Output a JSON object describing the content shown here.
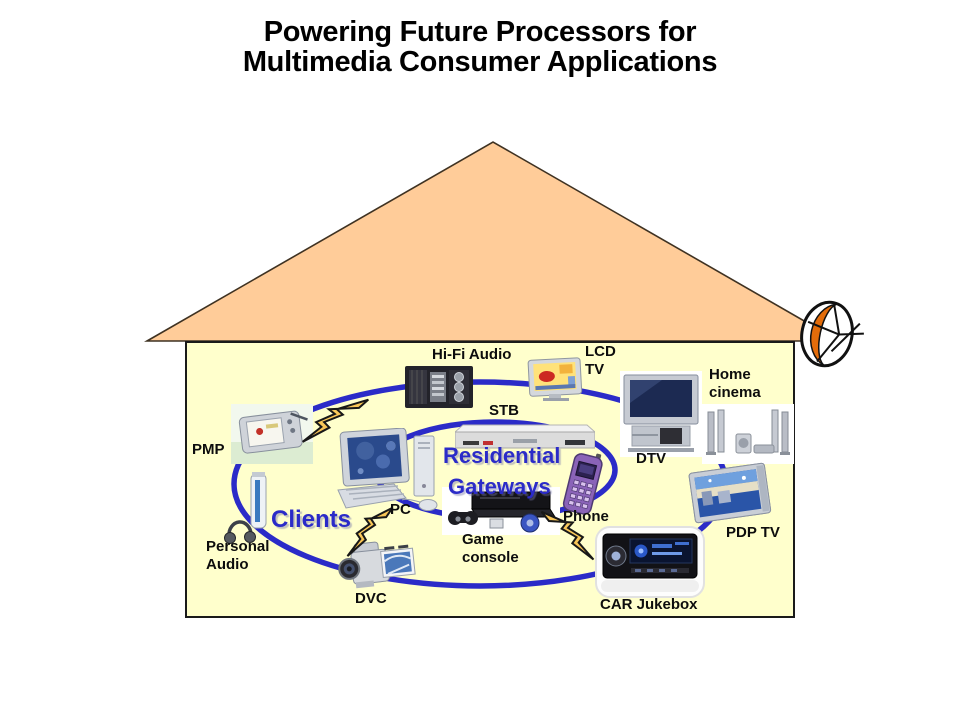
{
  "title": {
    "line1": "Powering Future Processors for",
    "line2": "Multimedia Consumer Applications"
  },
  "rings": {
    "outer_label": "Clients",
    "inner_label_line1": "Residential",
    "inner_label_line2": "Gateways"
  },
  "devices": {
    "hifi": {
      "label": "Hi-Fi Audio"
    },
    "lcd_tv": {
      "line1": "LCD",
      "line2": "TV"
    },
    "stb": {
      "label": "STB"
    },
    "home_cinema": {
      "line1": "Home",
      "line2": "cinema"
    },
    "dtv": {
      "label": "DTV"
    },
    "pmp": {
      "label": "PMP"
    },
    "pc": {
      "label": "PC"
    },
    "phone": {
      "label": "Phone"
    },
    "game_console": {
      "line1": "Game",
      "line2": "console"
    },
    "personal_audio": {
      "line1": "Personal",
      "line2": "Audio"
    },
    "dvc": {
      "label": "DVC"
    },
    "car_jukebox": {
      "label": "CAR Jukebox"
    },
    "pdp_tv": {
      "label": "PDP TV"
    }
  },
  "icons": {
    "satellite-dish-icon": "orange-crescent dish with feed arm",
    "lightning-bolt-icon": "yellow zigzag bolt, black outline",
    "house-roof": "peach triangle",
    "house-body": "light yellow rectangle"
  },
  "colors": {
    "roof_fill": "#FFCC99",
    "house_fill": "#FFFFCC",
    "ring_blue": "#2B2BC8",
    "blue_text": "#2B2BC8",
    "bolt_yellow": "#FFCC33",
    "dish_orange": "#E36C0A",
    "title_color": "#000000"
  }
}
